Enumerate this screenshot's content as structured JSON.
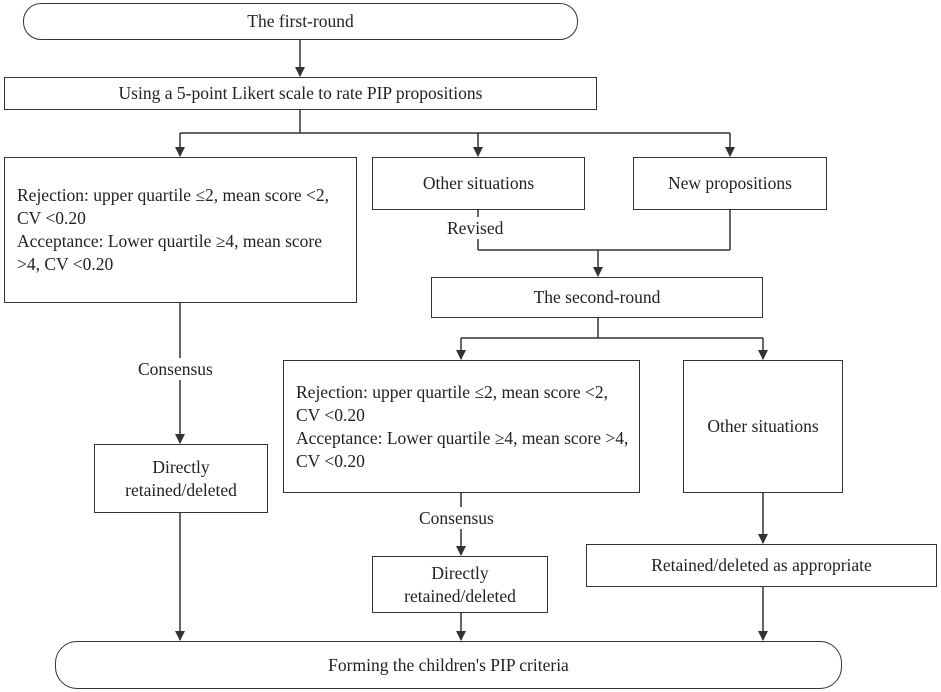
{
  "nodes": {
    "first_round": "The first-round",
    "likert": "Using a 5-point Likert scale to rate PIP propositions",
    "criteria_round1": {
      "rejection": "Rejection: upper quartile ≤2, mean score <2, CV <0.20",
      "acceptance": "Acceptance: Lower quartile ≥4, mean score >4, CV <0.20"
    },
    "other_situations_1": "Other situations",
    "new_propositions": "New propositions",
    "second_round": "The second-round",
    "criteria_round2": {
      "rejection": "Rejection: upper quartile ≤2, mean score <2, CV <0.20",
      "acceptance": "Acceptance: Lower quartile ≥4, mean score >4, CV <0.20"
    },
    "other_situations_2": "Other situations",
    "directly_retained_1": "Directly retained/deleted",
    "directly_retained_2": "Directly retained/deleted",
    "retained_as_appropriate": "Retained/deleted as appropriate",
    "forming_criteria": "Forming the children's PIP criteria"
  },
  "edge_labels": {
    "revised": "Revised",
    "consensus_1": "Consensus",
    "consensus_2": "Consensus"
  }
}
